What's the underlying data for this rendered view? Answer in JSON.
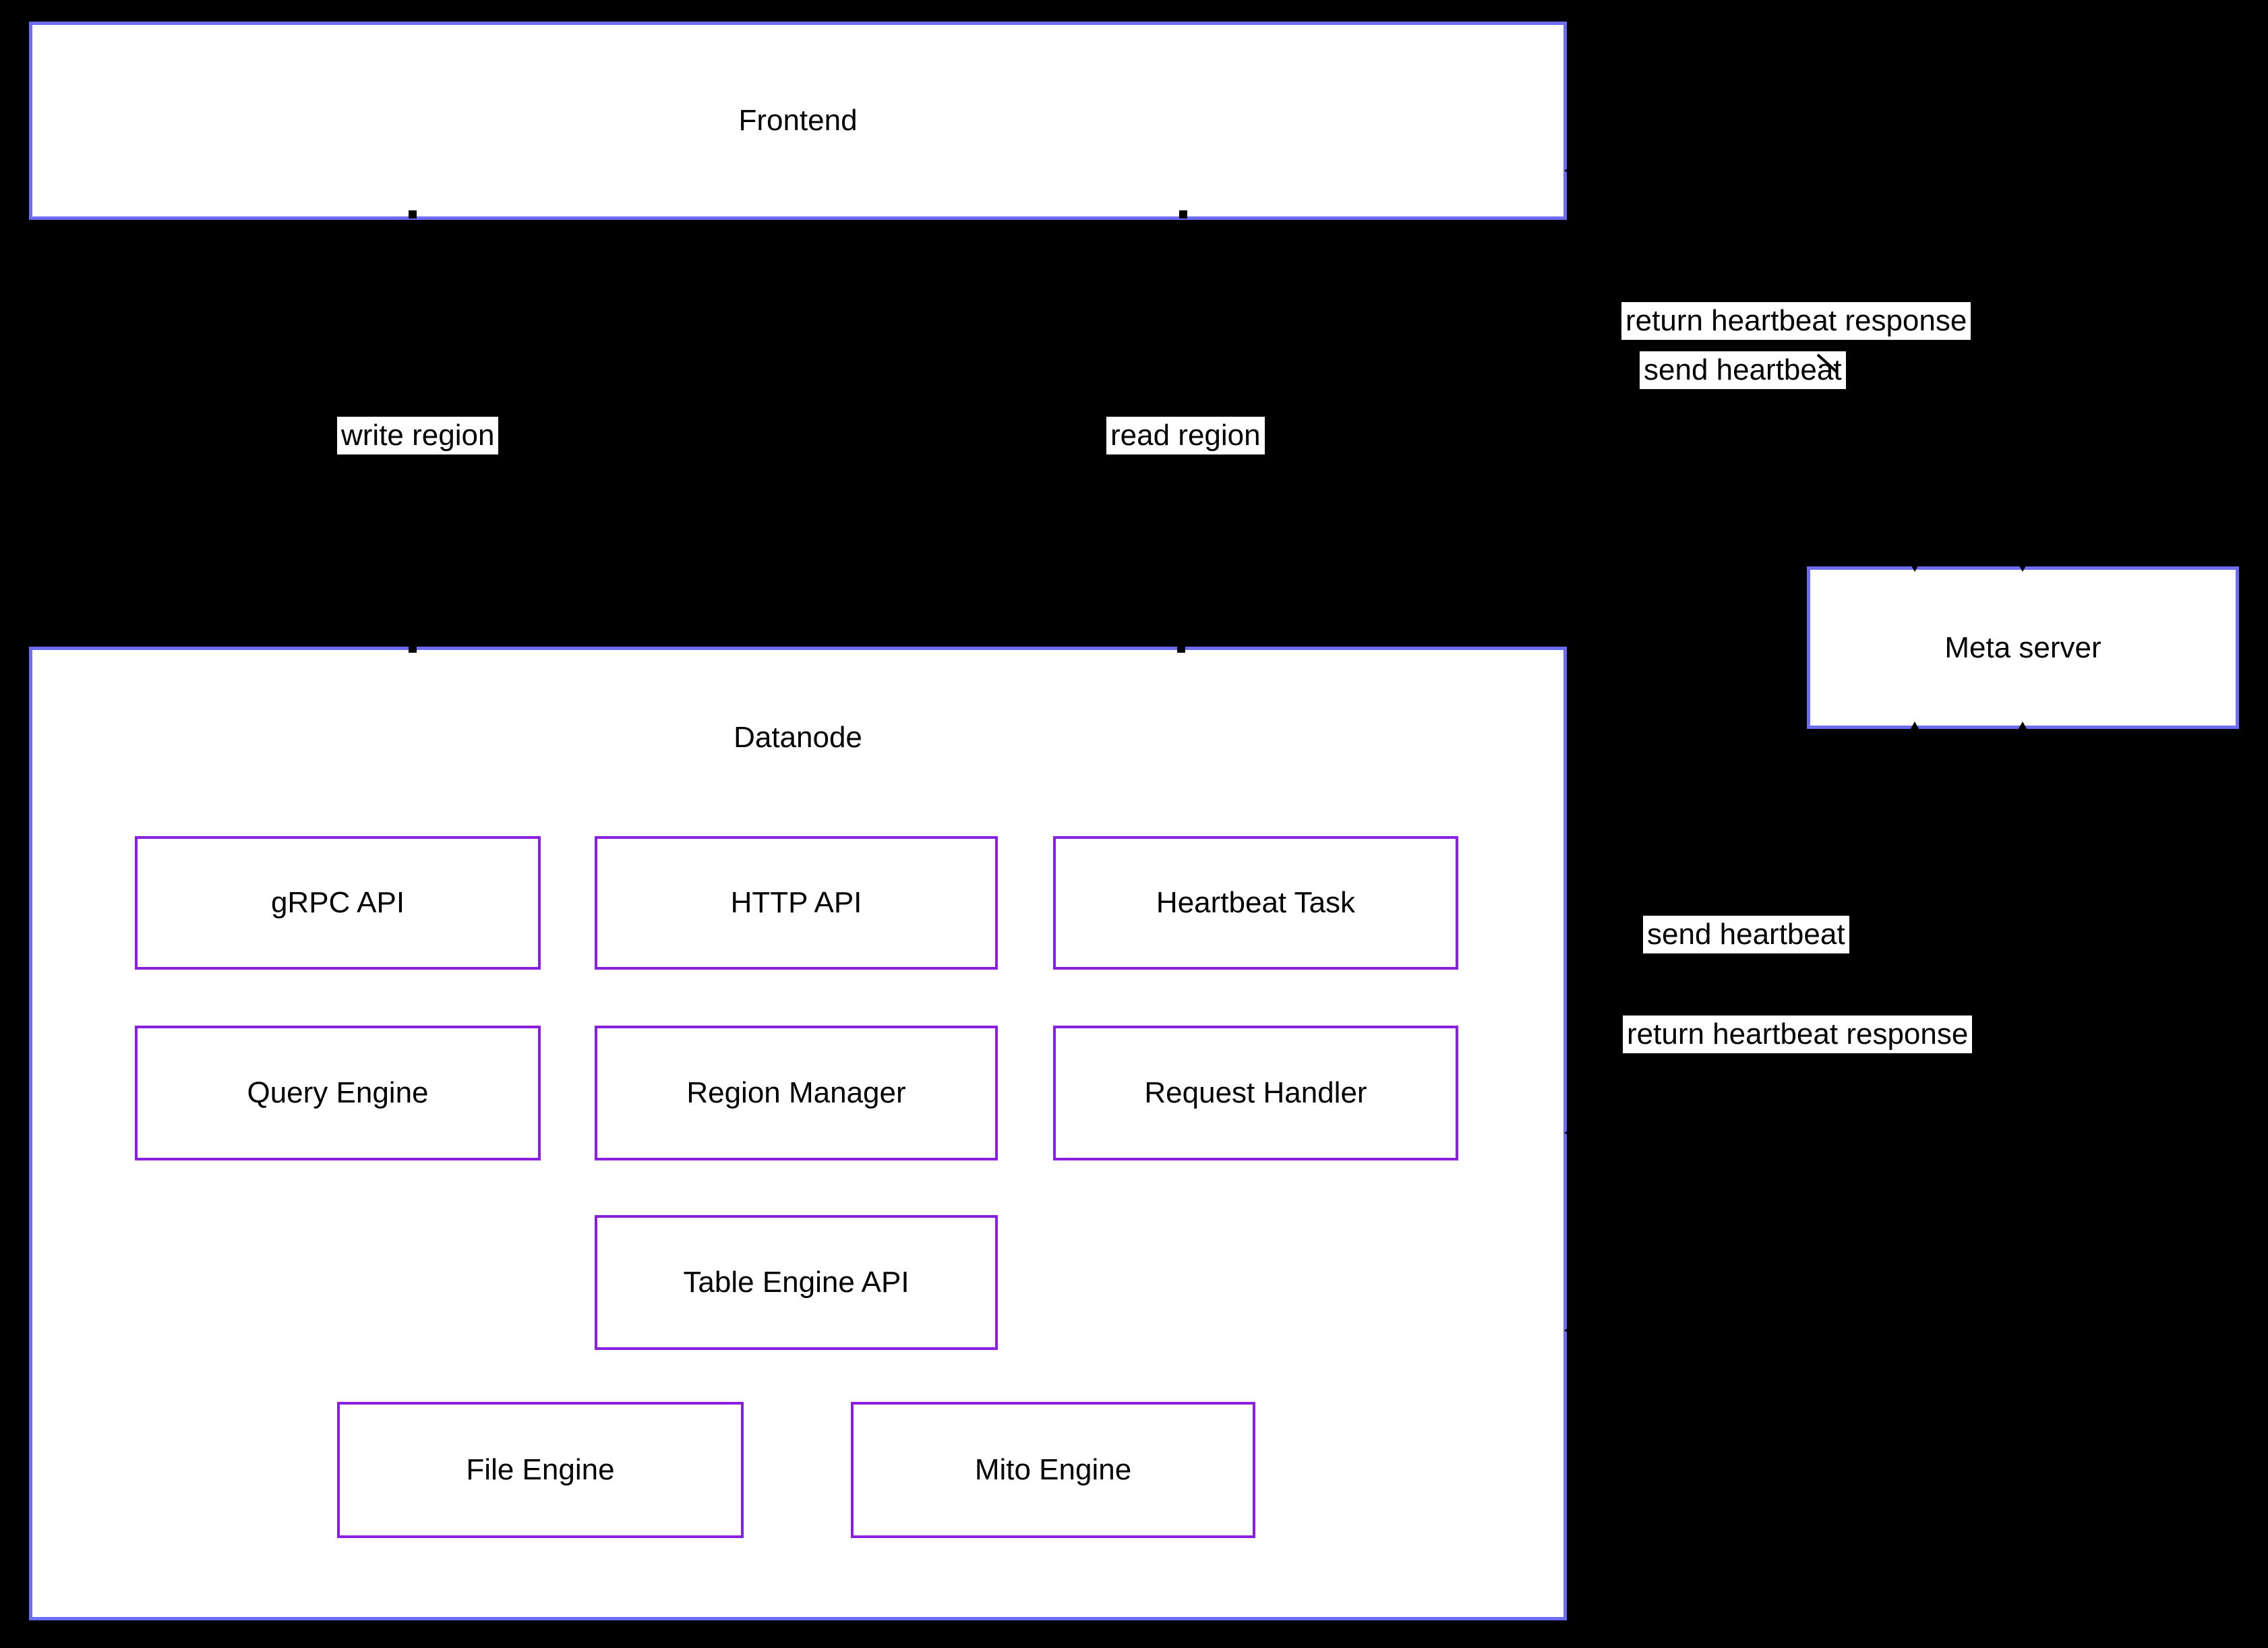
{
  "diagram": {
    "frontend": {
      "label": "Frontend"
    },
    "datanode": {
      "label": "Datanode",
      "components": {
        "grpc_api": "gRPC API",
        "http_api": "HTTP API",
        "heartbeat_task": "Heartbeat Task",
        "query_engine": "Query Engine",
        "region_manager": "Region Manager",
        "request_handler": "Request Handler",
        "table_engine_api": "Table Engine API",
        "file_engine": "File Engine",
        "mito_engine": "Mito Engine"
      }
    },
    "meta": {
      "label": "Meta server"
    },
    "edge_labels": {
      "write_region": "write region",
      "read_region": "read region",
      "fe_send_heartbeat": "send heartbeat",
      "fe_return_heartbeat": "return heartbeat response",
      "dn_send_heartbeat": "send heartbeat",
      "dn_return_heartbeat": "return heartbeat response"
    },
    "colors": {
      "container_border": "#6d6df5",
      "component_border": "#8a1fe0",
      "node_fill": "#ffffff",
      "text": "#000000",
      "background": "#000000",
      "edge": "#000000"
    }
  }
}
